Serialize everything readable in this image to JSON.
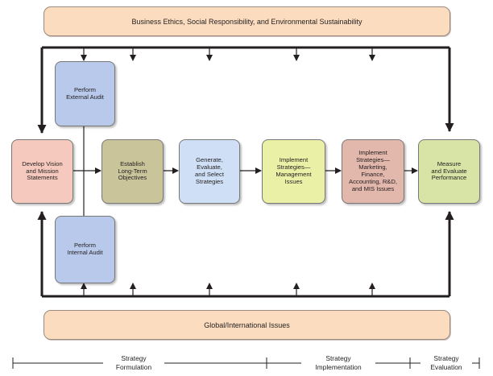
{
  "banners": {
    "top": "Business Ethics, Social Responsibility, and Environmental Sustainability",
    "bottom": "Global/International Issues"
  },
  "boxes": {
    "external_audit": "Perform\nExternal Audit",
    "vision": "Develop Vision\nand Mission\nStatements",
    "objectives": "Establish\nLong-Term\nObjectives",
    "generate": "Generate,\nEvaluate,\nand Select\nStrategies",
    "implement_mgmt": "Implement\nStrategies—\nManagement\nIssues",
    "implement_mkt": "Implement\nStrategies—\nMarketing,\nFinance,\nAccounting, R&D,\nand MIS Issues",
    "measure": "Measure\nand Evaluate\nPerformance",
    "internal_audit": "Perform\nInternal Audit"
  },
  "phases": {
    "formulation": "Strategy\nFormulation",
    "implementation": "Strategy\nImplementation",
    "evaluation": "Strategy\nEvaluation"
  },
  "colors": {
    "banner": "#fbdcbf",
    "blue": "#b8c9ec",
    "pink": "#f5c9bd",
    "olive": "#c9c49a",
    "lightblue": "#cfe0f6",
    "yellow": "#eaf0a6",
    "mauve": "#e2b7ac",
    "green": "#d7e4a6"
  }
}
